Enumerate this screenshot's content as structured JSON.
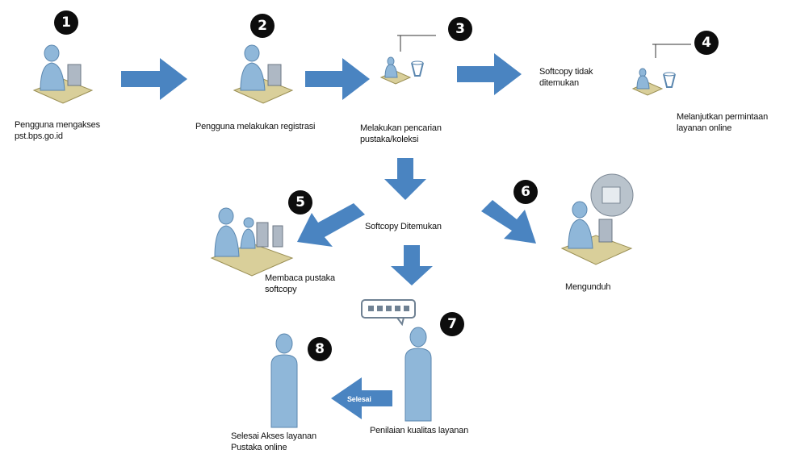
{
  "steps": [
    {
      "number": "1",
      "label_lines": [
        "Pengguna mengakses",
        "pst.bps.go.id"
      ]
    },
    {
      "number": "2",
      "label_lines": [
        "Pengguna  melakukan registrasi"
      ]
    },
    {
      "number": "3",
      "label_lines": [
        "Melakukan pencarian",
        "pustaka/koleksi"
      ]
    },
    {
      "number": "4",
      "label_lines": [
        "Melanjutkan permintaan",
        "layanan online"
      ]
    },
    {
      "number": "5",
      "label_lines": [
        "Membaca pustaka",
        "softcopy"
      ]
    },
    {
      "number": "6",
      "label_lines": [
        "Mengunduh"
      ]
    },
    {
      "number": "7",
      "label_lines": [
        "Penilaian kualitas layanan"
      ]
    },
    {
      "number": "8",
      "label_lines": [
        "Selesai Akses layanan",
        "Pustaka online"
      ]
    }
  ],
  "branch_labels": {
    "not_found": [
      "Softcopy tidak",
      "ditemukan"
    ],
    "found": "Softcopy Ditemukan",
    "finish_arrow": "Selesai"
  },
  "colors": {
    "arrow": "#4a84c1",
    "person": "#8fb7d9",
    "desk": "#d9cf9a",
    "badge": "#0d0d0d"
  }
}
